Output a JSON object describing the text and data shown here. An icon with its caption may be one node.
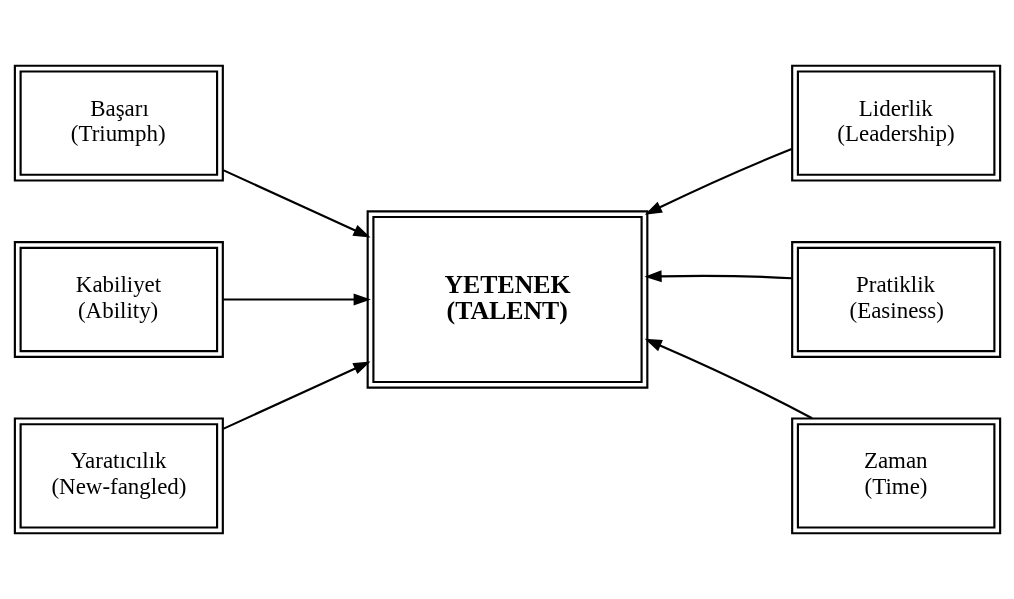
{
  "diagram": {
    "nodes": [
      {
        "text": [
          "Başarı (Triumph)"
        ]
      },
      {
        "text": [
          "Liderlik (Leadership)"
        ]
      },
      {
        "text": [
          "Kabiliyet (Ability)"
        ]
      },
      {
        "text": [
          "YETENEK (TALENT)"
        ]
      },
      {
        "text": [
          "Pratiklik (Easiness)"
        ]
      },
      {
        "text": [
          "Yaratıcılık (New-fangled)"
        ]
      },
      {
        "text": [
          "Zaman (Time)"
        ]
      }
    ],
    "edges": [
      {
        "from": 0,
        "to": 3,
        "arrow": "to"
      },
      {
        "from": 1,
        "to": 3,
        "arrow": "to"
      },
      {
        "from": 2,
        "to": 3,
        "arrow": "to"
      },
      {
        "from": 4,
        "to": 3,
        "arrow": "to"
      },
      {
        "from": 5,
        "to": 3,
        "arrow": "to"
      },
      {
        "from": 6,
        "to": 3,
        "arrow": "to"
      }
    ]
  }
}
